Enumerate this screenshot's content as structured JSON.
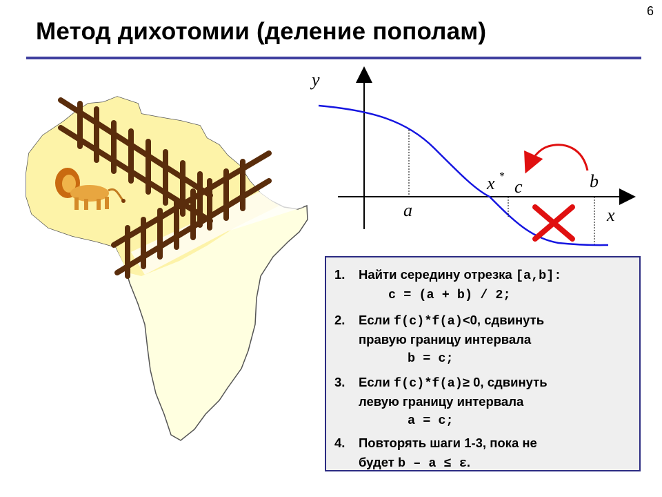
{
  "slide": {
    "number": "6",
    "title": "Метод дихотомии (деление пополам)"
  },
  "graph": {
    "y_label": "y",
    "x_label": "x",
    "a_label": "a",
    "b_label": "b",
    "c_label": "c",
    "root_label": "x",
    "root_sup": "*"
  },
  "steps": [
    {
      "num": "1.",
      "t1": "Найти середину отрезка ",
      "m1": "[a,b]:",
      "code": "c = (a + b) / 2;"
    },
    {
      "num": "2.",
      "t1": "Если ",
      "m1": "f(c)*f(a)",
      "t2": "<0, сдвинуть",
      "line2": "правую границу интервала",
      "code": "b = c;"
    },
    {
      "num": "3.",
      "t1": "Если ",
      "m1": "f(c)*f(a)",
      "t2": "≥ 0, сдвинуть",
      "line2": "левую границу интервала",
      "code": "a = c;"
    },
    {
      "num": "4.",
      "t1": "Повторять шаги 1-3, пока не",
      "line2a": "будет ",
      "m2": "b – a ≤ ε",
      "line2b": "."
    }
  ]
}
